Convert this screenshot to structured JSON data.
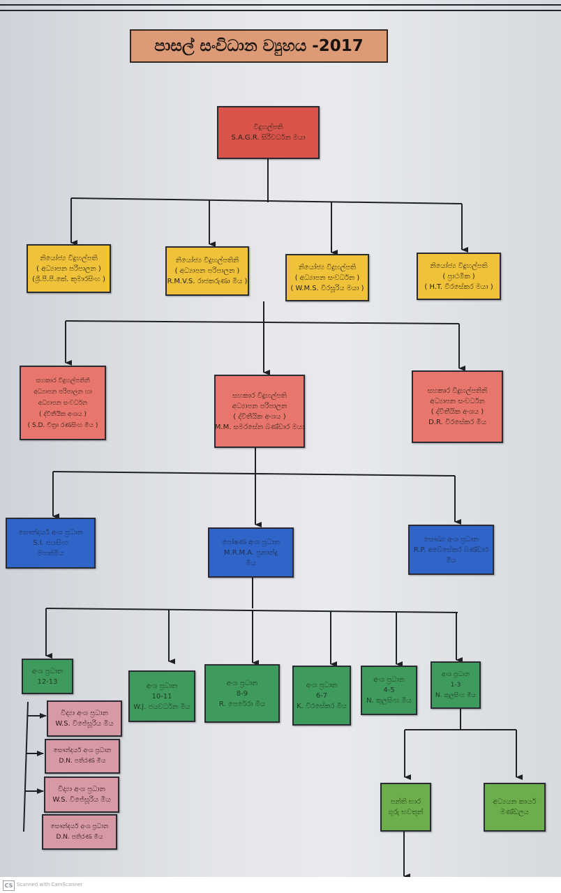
{
  "title": "පාසල් සංවිධාන ව්‍යුහය -2017",
  "principal": {
    "lines": [
      "විදුහල්පති",
      "S.A.G.R. සිරිවර්ධන මයා"
    ],
    "color": "#d9544a"
  },
  "deputy_principals": [
    {
      "lines": [
        "නියෝජ්‍ය විදුහල්පති",
        "( අධ්‍යාපන පරිපාලන )",
        "(ශ්‍රී.පී.පී.කේ. කුමාරසිංහ )"
      ]
    },
    {
      "lines": [
        "නියෝජ්‍ය විදුහල්පතිනි",
        "( අධ්‍යාපන පරිපාලන )",
        "R.M.V.S. රාජකරුණා මිය )"
      ]
    },
    {
      "lines": [
        "නියෝජ්‍ය විදුහල්පති",
        "( අධ්‍යාපන සංවර්ධන )",
        "( W.M.S. වීරසූරිය මයා )"
      ]
    },
    {
      "lines": [
        "නියෝජ්‍ය විදුහල්පති",
        "( ප්‍රාථමික )",
        "( H.T. වීරසේකර මයා )"
      ]
    }
  ],
  "assistant_principals": [
    {
      "lines": [
        "සහකාර විදුහල්පතිනි",
        "අධ්‍යාපන පරිපාලන හා",
        "අධ්‍යාපන සංවර්ධන",
        "( ද්විතීයික අංශය )",
        "( S.D. චිත්‍රා රණසිංහ මිය )"
      ]
    },
    {
      "lines": [
        "සහකාර විදුහල්පති",
        "අධ්‍යාපන පරිපාලන",
        "( ද්විතීයික අංශය )",
        "M.M. සමරසේන බණ්ඩාර මයා"
      ]
    },
    {
      "lines": [
        "සහකාර විදුහල්පතිනි",
        "අධ්‍යාපන සංවර්ධන",
        "( ද්විතීයික අංශය )",
        "D.R. වීරසේකර මිය"
      ]
    }
  ],
  "sectional_heads": [
    {
      "lines": [
        "සෞන්දර්ය අංශ ප්‍රධාන",
        "S.I. ජයසිංහ",
        "මහත්මිය"
      ]
    },
    {
      "lines": [
        "පෝෂණ අංශ ප්‍රධාන",
        "M.R.M.A. ප්‍රනාන්දු",
        "මිය"
      ]
    },
    {
      "lines": [
        "සෞඛ්‍ය අංශ ප්‍රධාන",
        "R.P. අබේසේකර බණ්ඩාර",
        "මිය"
      ]
    }
  ],
  "grade_heads": [
    {
      "lines": [
        "අංශ ප්‍රධාන",
        "12-13"
      ]
    },
    {
      "lines": [
        "අංශ ප්‍රධාන",
        "10-11",
        "W.J. ජයවර්ධන මිය"
      ]
    },
    {
      "lines": [
        "අංශ ප්‍රධාන",
        "8-9",
        "R. පෙරේරා මිය"
      ]
    },
    {
      "lines": [
        "අංශ ප්‍රධාන",
        "6-7",
        "K. වීරසේකර මිය"
      ]
    },
    {
      "lines": [
        "අංශ ප්‍රධාන",
        "4-5",
        "N. කුලසිංහ මිය"
      ]
    },
    {
      "lines": [
        "අංශ ප්‍රධාන",
        "1-3",
        "N. කුලසිංහ මිය"
      ]
    }
  ],
  "stream_heads": [
    {
      "lines": [
        "විද්‍යා අංශ ප්‍රධාන",
        "W.S. විජේසූරිය මිය"
      ]
    },
    {
      "lines": [
        "සෞන්දර්ය අංශ ප්‍රධාන",
        "D.N. පතිරණ මිය"
      ]
    },
    {
      "lines": [
        "විද්‍යා අංශ ප්‍රධාන",
        "W.S. විජේසූරිය මිය"
      ]
    },
    {
      "lines": [
        "සෞන්දර්ය අංශ ප්‍රධාන",
        "D.N. පතිරණ මිය"
      ]
    }
  ],
  "primary_sub": [
    {
      "lines": [
        "පන්ති භාර",
        "ගුරු භවතුන්"
      ]
    },
    {
      "lines": [
        "අධ්‍යයන කාර්ය",
        "මණ්ඩලය"
      ]
    }
  ],
  "footer": {
    "logo": "CS",
    "text": "Scanned with CamScanner"
  },
  "colors": {
    "title": "#dc9a76",
    "principal": "#d9544a",
    "deputy": "#efc23a",
    "assistant": "#e8766c",
    "sectional": "#2f64c8",
    "grade": "#3f9a5e",
    "primary_sub": "#6cae4c",
    "stream": "#d79aa4"
  }
}
